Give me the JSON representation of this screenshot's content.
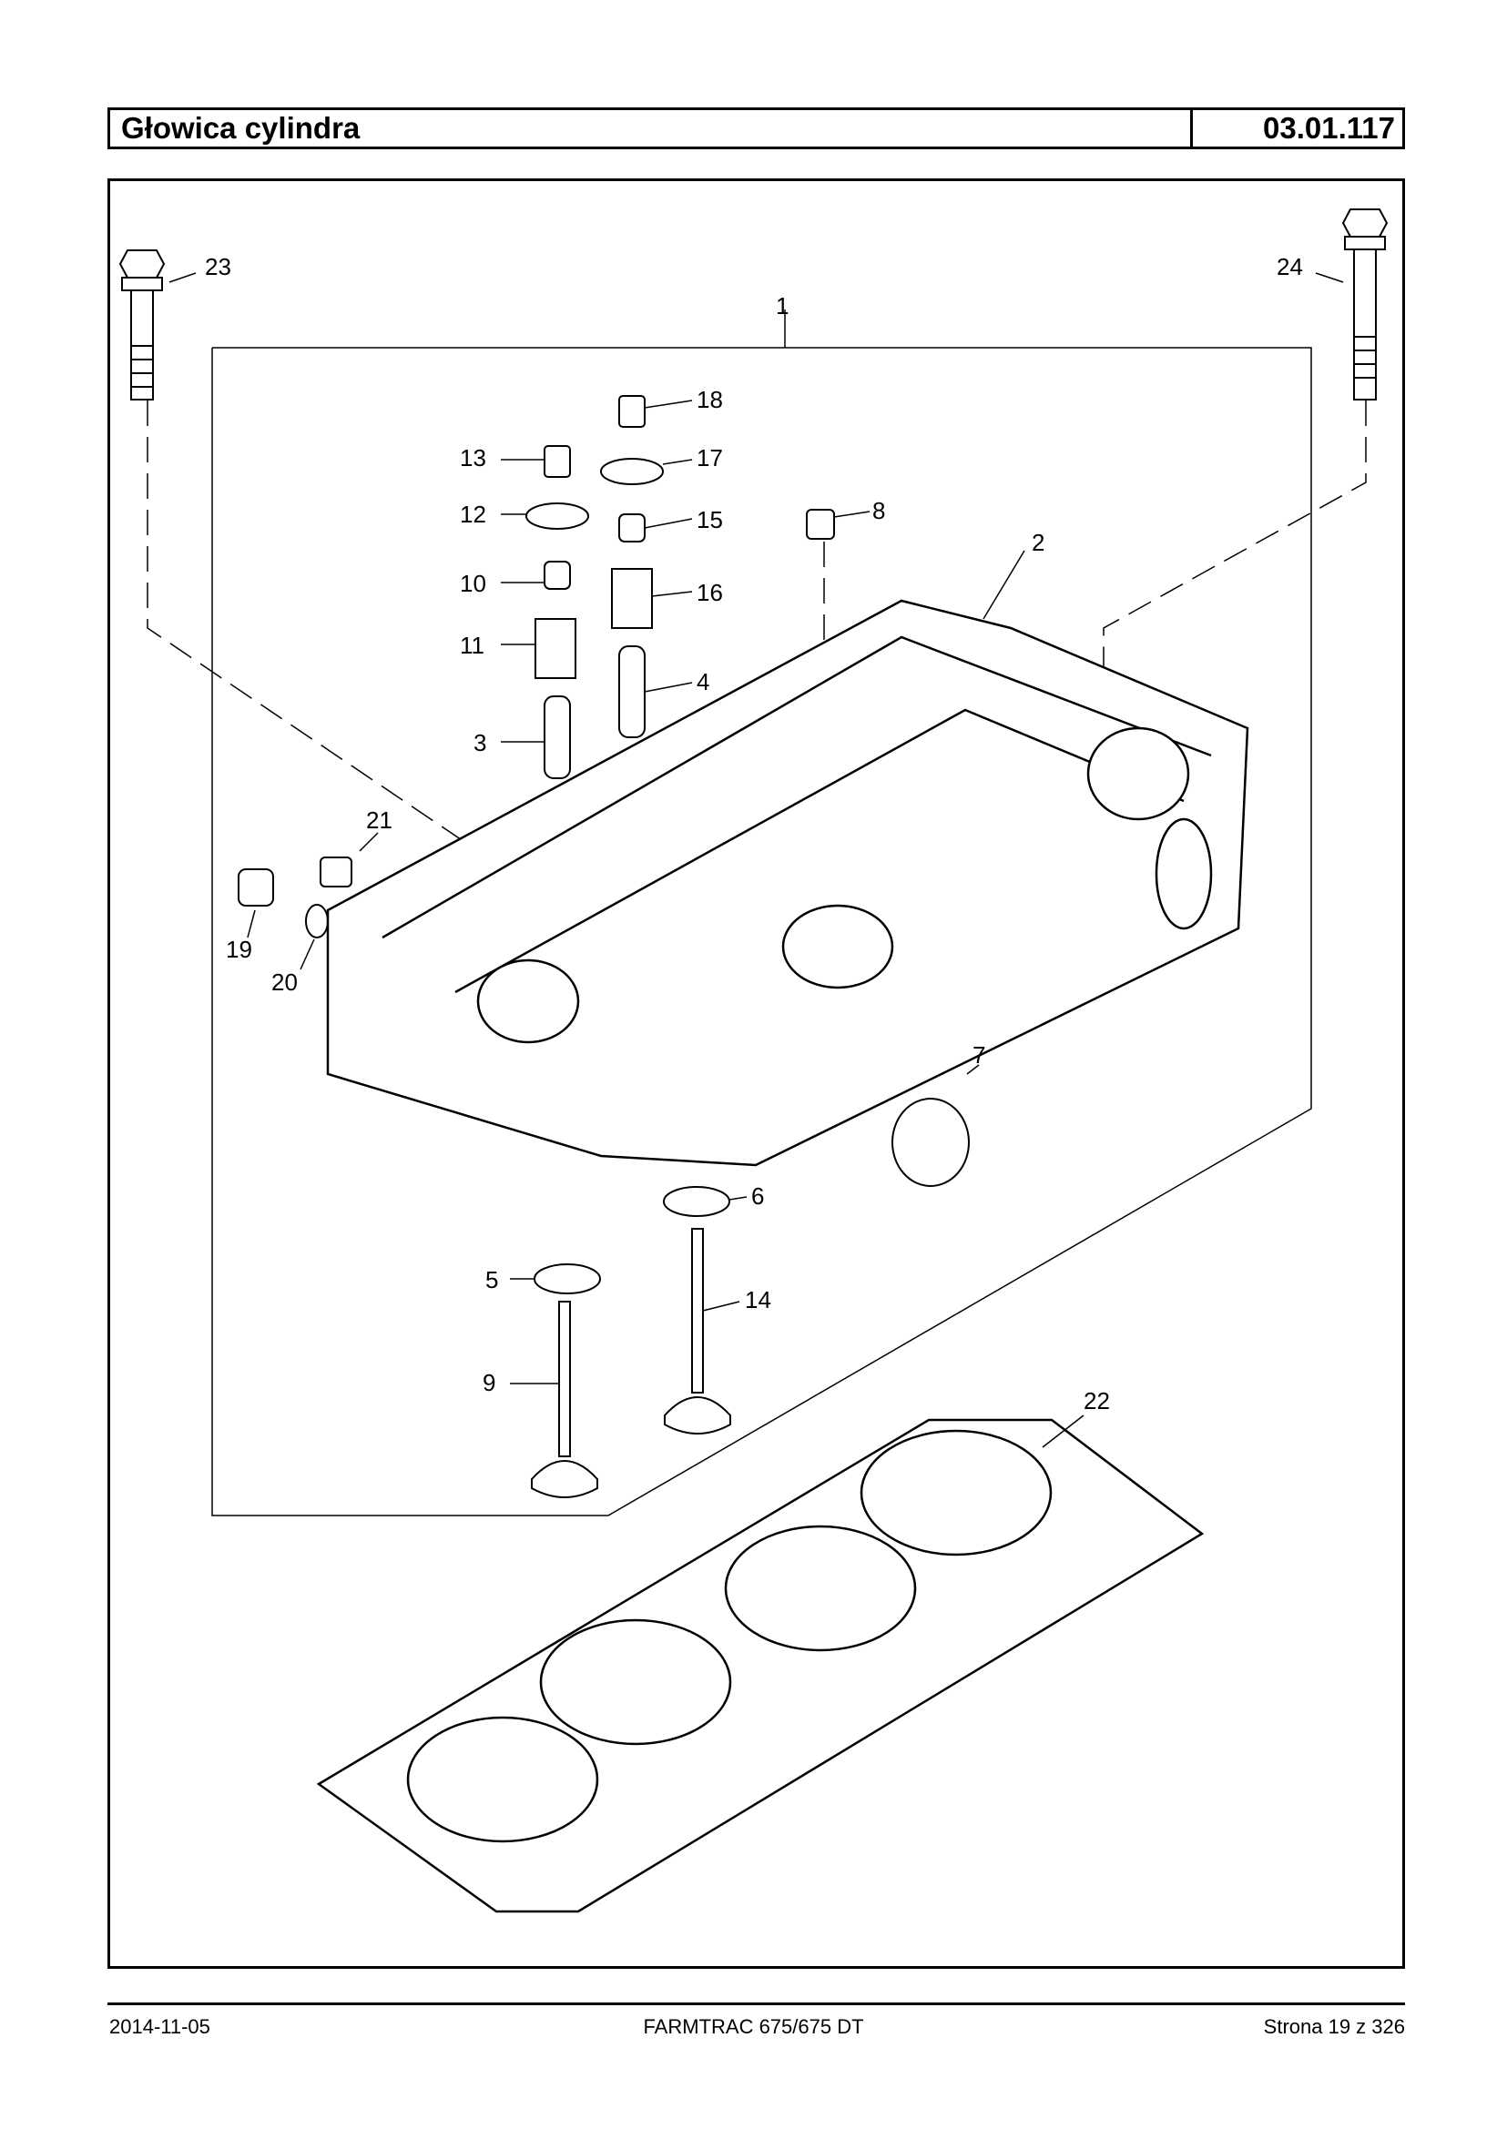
{
  "header": {
    "title": "Głowica cylindra",
    "code": "03.01.117"
  },
  "callouts": [
    "1",
    "2",
    "3",
    "4",
    "5",
    "6",
    "7",
    "8",
    "9",
    "10",
    "11",
    "12",
    "13",
    "14",
    "15",
    "16",
    "17",
    "18",
    "19",
    "20",
    "21",
    "22",
    "23",
    "24"
  ],
  "footer": {
    "date": "2014-11-05",
    "model": "FARMTRAC 675/675 DT",
    "page": "Strona 19 z 326"
  }
}
